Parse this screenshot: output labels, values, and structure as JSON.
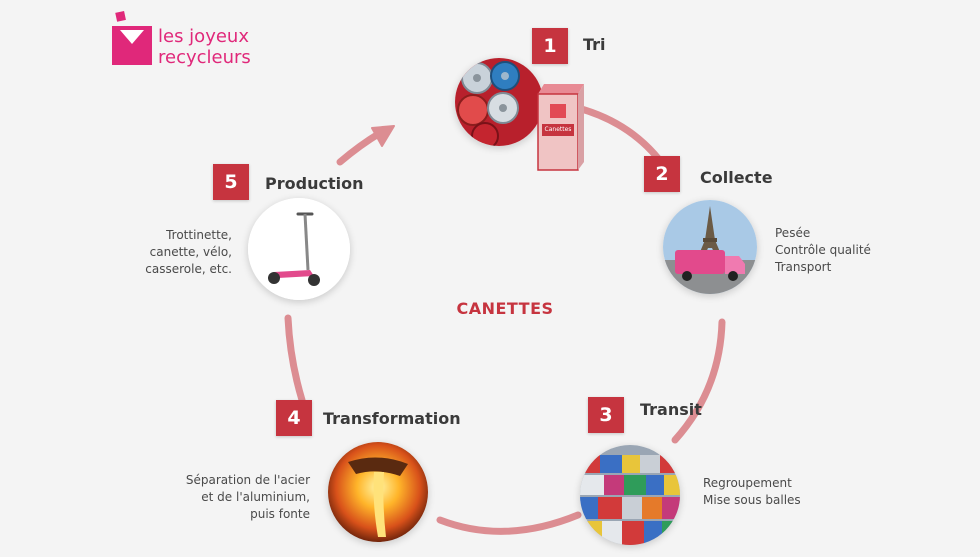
{
  "brand": {
    "line1": "les joyeux",
    "line2": "recycleurs",
    "color": "#e0287a"
  },
  "center_label": "CANETTES",
  "accent_color": "#c6343f",
  "ring_color": "#dc8d92",
  "steps": [
    {
      "number": "1",
      "title": "Tri",
      "icon": "soda-cans-bin-icon",
      "bin_label": "Canettes",
      "description": []
    },
    {
      "number": "2",
      "title": "Collecte",
      "icon": "eiffel-tower-truck-icon",
      "description": [
        "Pesée",
        "Contrôle qualité",
        "Transport"
      ]
    },
    {
      "number": "3",
      "title": "Transit",
      "icon": "baled-cans-icon",
      "description": [
        "Regroupement",
        "Mise sous balles"
      ]
    },
    {
      "number": "4",
      "title": "Transformation",
      "icon": "molten-metal-icon",
      "description": [
        "Séparation de l'acier",
        "et de l'aluminium,",
        "puis fonte"
      ]
    },
    {
      "number": "5",
      "title": "Production",
      "icon": "scooter-icon",
      "description": [
        "Trottinette,",
        "canette, vélo,",
        "casserole, etc."
      ]
    }
  ]
}
